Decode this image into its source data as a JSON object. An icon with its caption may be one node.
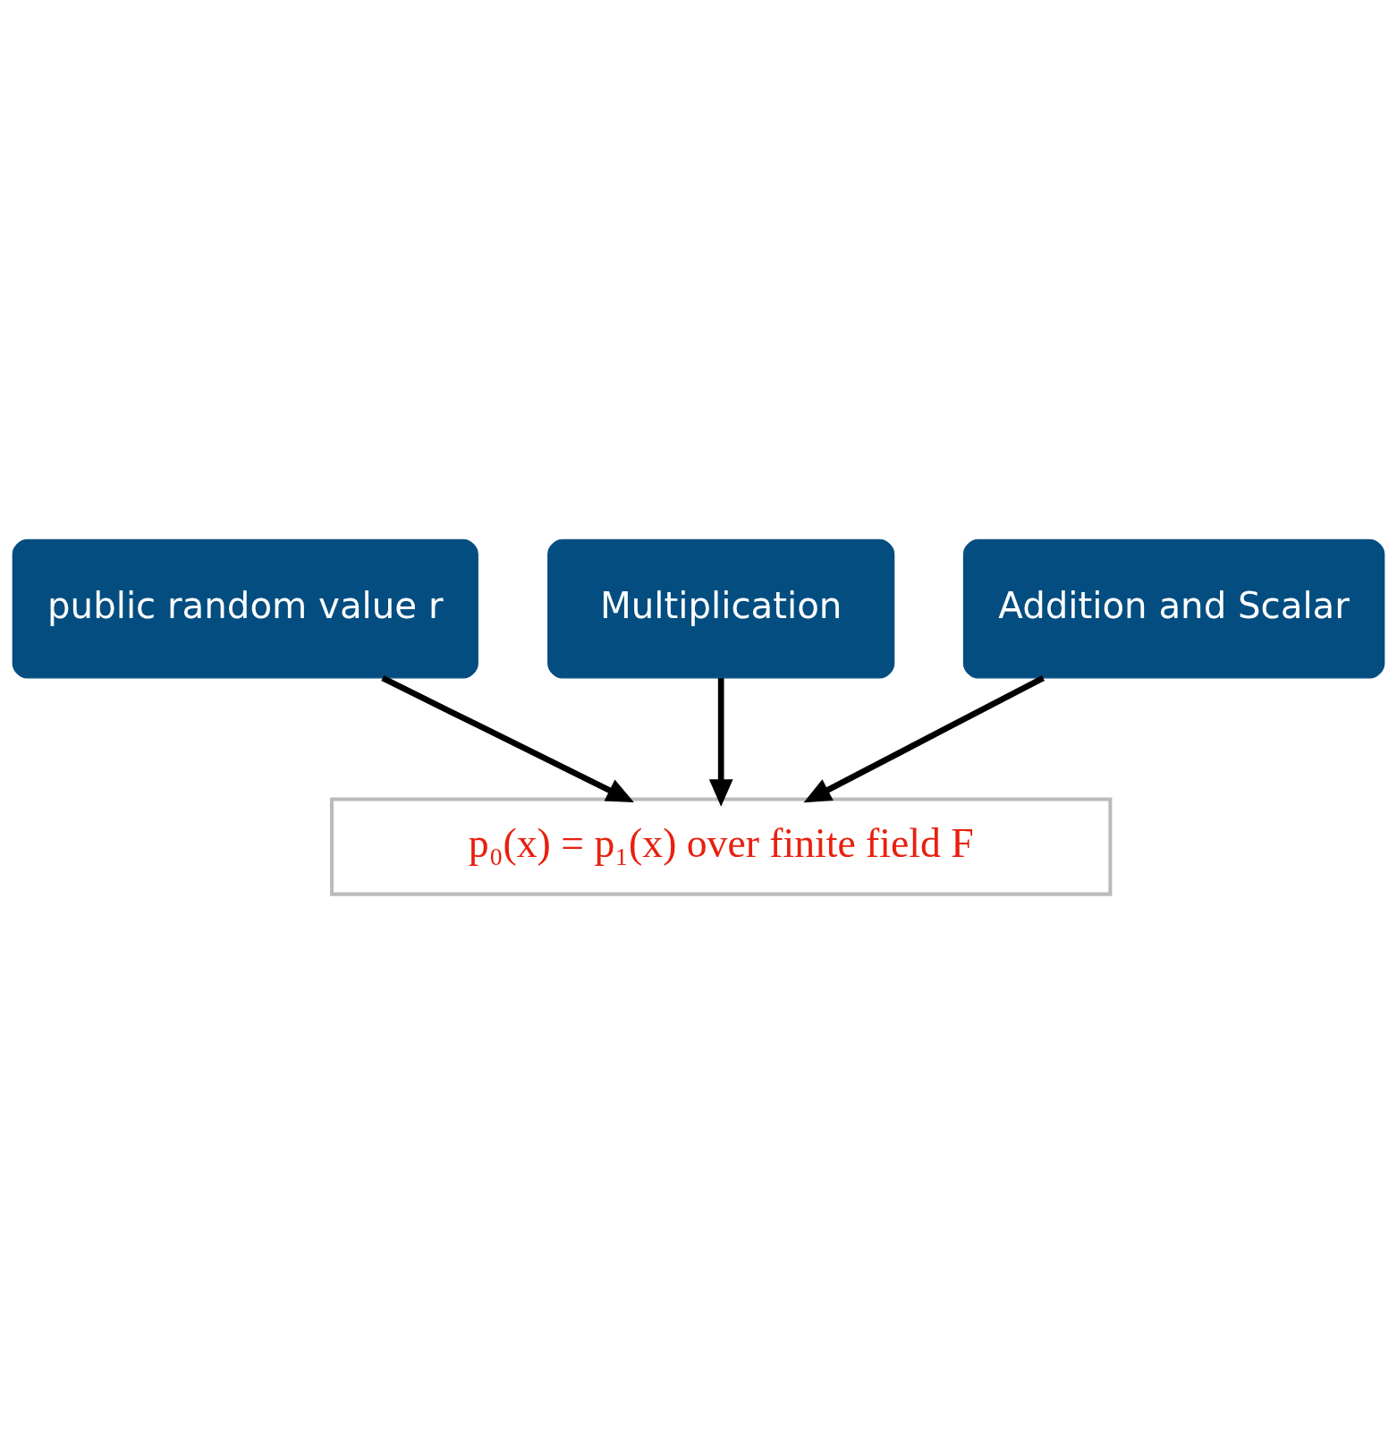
{
  "diagram": {
    "nodes": [
      {
        "text": [
          "public random value r"
        ]
      },
      {
        "text": [
          "p₀(x) = p₁(x) over finite field F"
        ]
      },
      {
        "text": [
          "Multiplication"
        ]
      },
      {
        "text": [
          "Addition and Scalar"
        ]
      }
    ],
    "edges": [
      {
        "from": 0,
        "to": 1,
        "arrow": "to"
      },
      {
        "from": 2,
        "to": 1,
        "arrow": "to"
      },
      {
        "from": 3,
        "to": 1,
        "arrow": "to"
      }
    ]
  }
}
